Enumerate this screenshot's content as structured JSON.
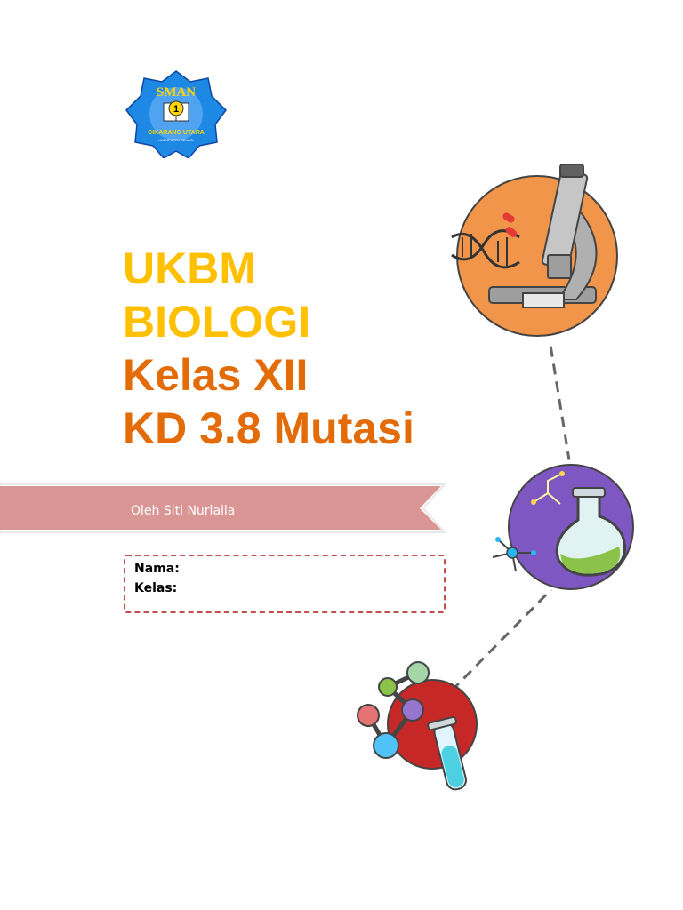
{
  "logo": {
    "top_text": "SMAN",
    "number": "1",
    "school_text": "CIKARANG UTARA",
    "region_text": "KABUPATEN BEKASI"
  },
  "title": {
    "line1": "UKBM",
    "line2": "BIOLOGI",
    "line3": "Kelas XII",
    "line4": "KD 3.8 Mutasi"
  },
  "banner": {
    "author": "Oleh Siti Nurlaila"
  },
  "form": {
    "name_label": "Nama:",
    "class_label": "Kelas:"
  },
  "colors": {
    "title_yellow": "#ffc000",
    "title_orange": "#e36c09",
    "banner_pink": "#d99694",
    "box_border": "#c0504d"
  },
  "icons": [
    "school-logo-icon",
    "microscope-icon",
    "dna-icon",
    "flask-icon",
    "molecule-icon",
    "test-tube-icon"
  ]
}
